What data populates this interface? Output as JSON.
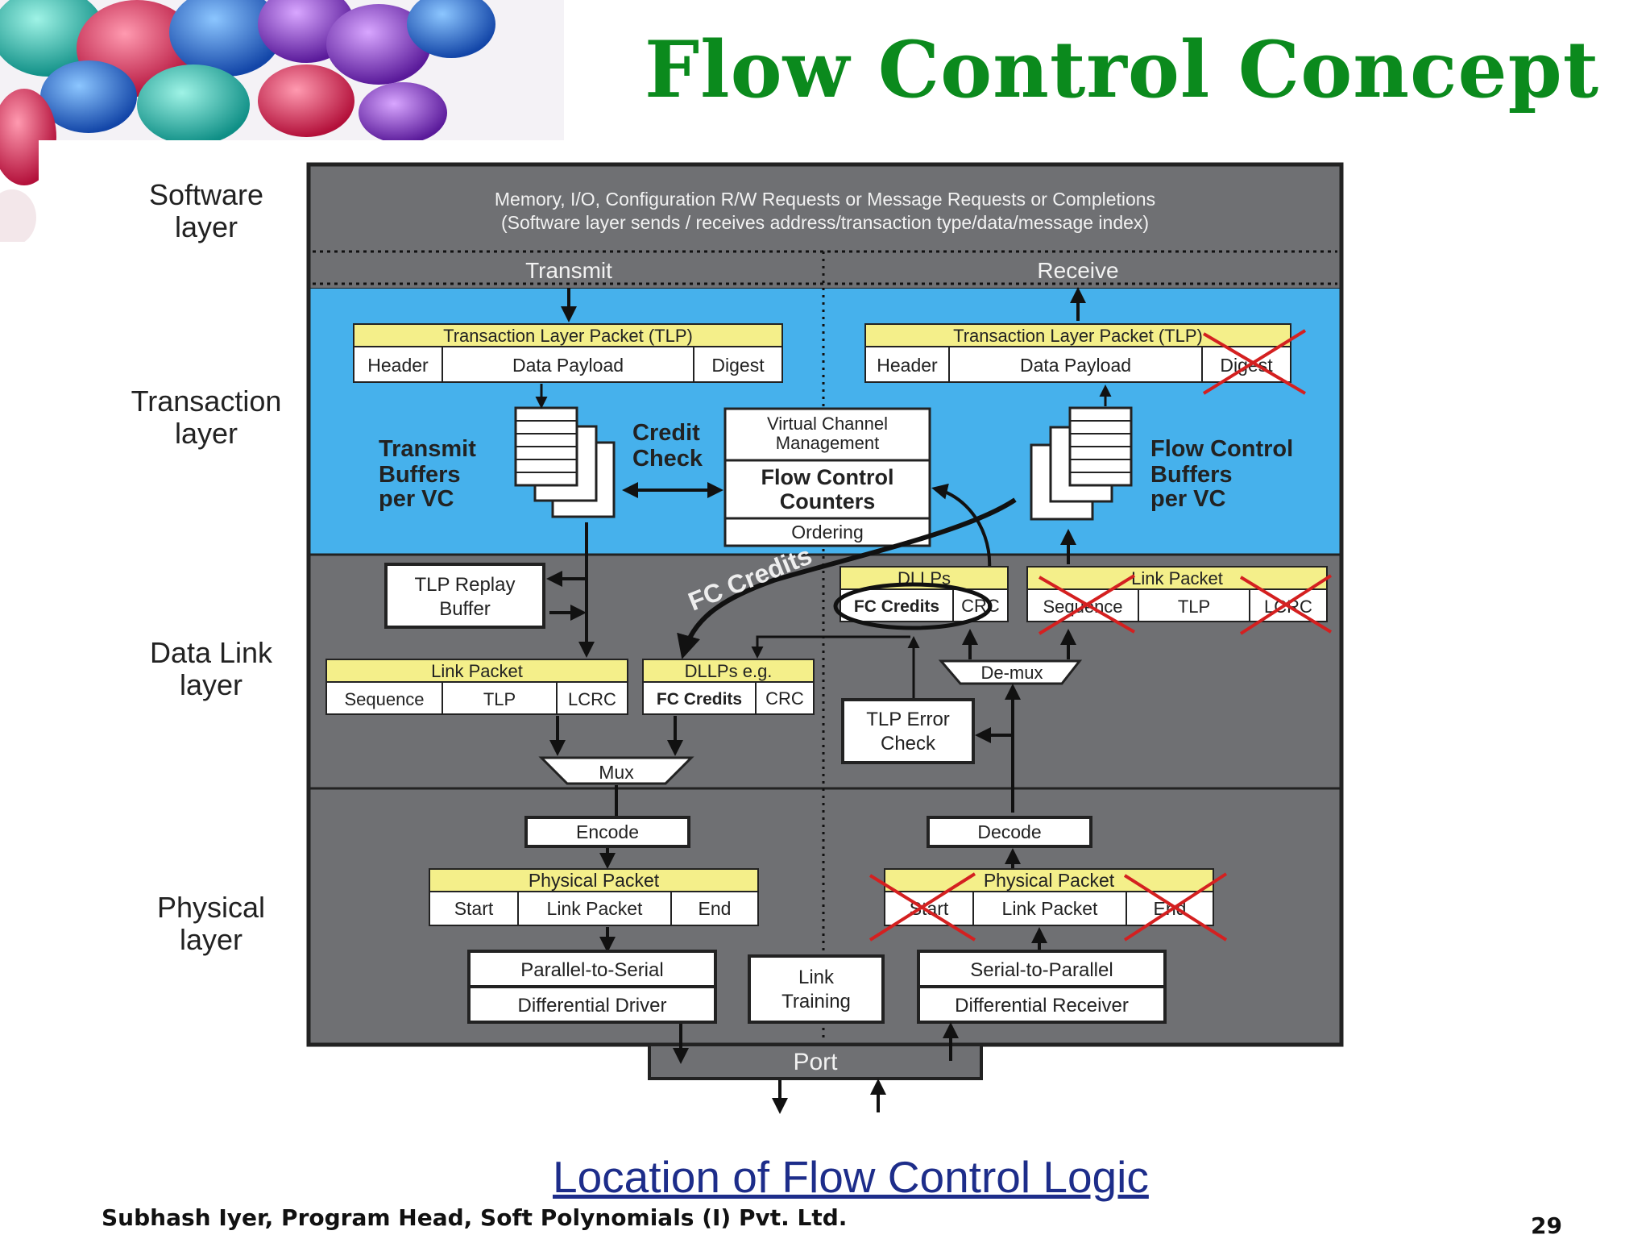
{
  "slide": {
    "title": "Flow Control Concept",
    "caption": "Location of Flow Control Logic",
    "footer": "Subhash Iyer, Program Head, Soft Polynomials (I) Pvt. Ltd.",
    "page_number": "29"
  },
  "layers": {
    "software": [
      "Software",
      "layer"
    ],
    "transaction": [
      "Transaction",
      "layer"
    ],
    "data_link": [
      "Data Link",
      "layer"
    ],
    "physical": [
      "Physical",
      "layer"
    ]
  },
  "software_band": {
    "line1": "Memory, I/O, Configuration R/W Requests or Message Requests or Completions",
    "line2": "(Software layer sends / receives address/transaction type/data/message index)",
    "transmit": "Transmit",
    "receive": "Receive"
  },
  "transaction_band": {
    "tlp_header_left": "Transaction Layer Packet (TLP)",
    "tlp_header_right": "Transaction Layer Packet (TLP)",
    "tlp_fields_left": [
      "Header",
      "Data Payload",
      "Digest"
    ],
    "tlp_fields_right": [
      "Header",
      "Data Payload",
      "Digest"
    ],
    "transmit_buffers": [
      "Transmit",
      "Buffers",
      "per VC"
    ],
    "credit_check": [
      "Credit",
      "Check"
    ],
    "vc_management": [
      "Virtual Channel",
      "Management"
    ],
    "fc_counters": [
      "Flow Control",
      "Counters"
    ],
    "ordering": "Ordering",
    "fc_buffers": [
      "Flow Control",
      "Buffers",
      "per VC"
    ]
  },
  "data_link_band": {
    "replay_buffer": [
      "TLP Replay",
      "Buffer"
    ],
    "fc_credits_label": "FC Credits",
    "dllps_header": "DLLPs",
    "dllps_fields": [
      "FC Credits",
      "CRC"
    ],
    "link_packet_rx_header": "Link Packet",
    "link_packet_rx_fields": [
      "Sequence",
      "TLP",
      "LCRC"
    ],
    "link_packet_tx_header": "Link Packet",
    "link_packet_tx_fields": [
      "Sequence",
      "TLP",
      "LCRC"
    ],
    "dllps_eg_header": "DLLPs e.g.",
    "dllps_eg_fields": [
      "FC Credits",
      "CRC"
    ],
    "demux": "De-mux",
    "tlp_error_check": [
      "TLP Error",
      "Check"
    ],
    "mux": "Mux"
  },
  "physical_band": {
    "encode": "Encode",
    "decode": "Decode",
    "phys_packet_tx_header": "Physical Packet",
    "phys_packet_tx_fields": [
      "Start",
      "Link Packet",
      "End"
    ],
    "phys_packet_rx_header": "Physical Packet",
    "phys_packet_rx_fields": [
      "Start",
      "Link Packet",
      "End"
    ],
    "p2s": "Parallel-to-Serial",
    "diff_driver": "Differential Driver",
    "link_training": [
      "Link",
      "Training"
    ],
    "s2p": "Serial-to-Parallel",
    "diff_receiver": "Differential Receiver",
    "port": "Port"
  },
  "colors": {
    "title": "#0b8a1d",
    "transaction_band": "#46b1ec",
    "gray_band": "#6f7073",
    "yellow_header": "#f4ef8a",
    "cross": "#d42020",
    "caption": "#1d2d8a"
  }
}
